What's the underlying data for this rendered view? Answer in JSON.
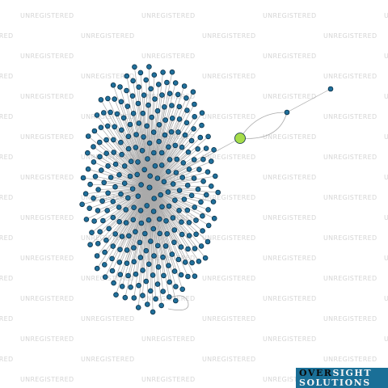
{
  "watermark": {
    "text": "UNREGISTERED"
  },
  "logo": {
    "part1": "OVER",
    "part2": "SIGHT",
    "part3": "SOLUTIONS"
  },
  "graph": {
    "hub_nodes": 1,
    "leaf_nodes_approx": 290,
    "highlighted_node": {
      "color": "#a6dd4a",
      "type": "principal"
    },
    "node_color": "#1f6f9b",
    "edge_color": "#aaaaaa"
  },
  "colors": {
    "logo_bg": "#1a6f97",
    "logo_accent": "#a6dd4a",
    "watermark": "#d6d6d6"
  }
}
